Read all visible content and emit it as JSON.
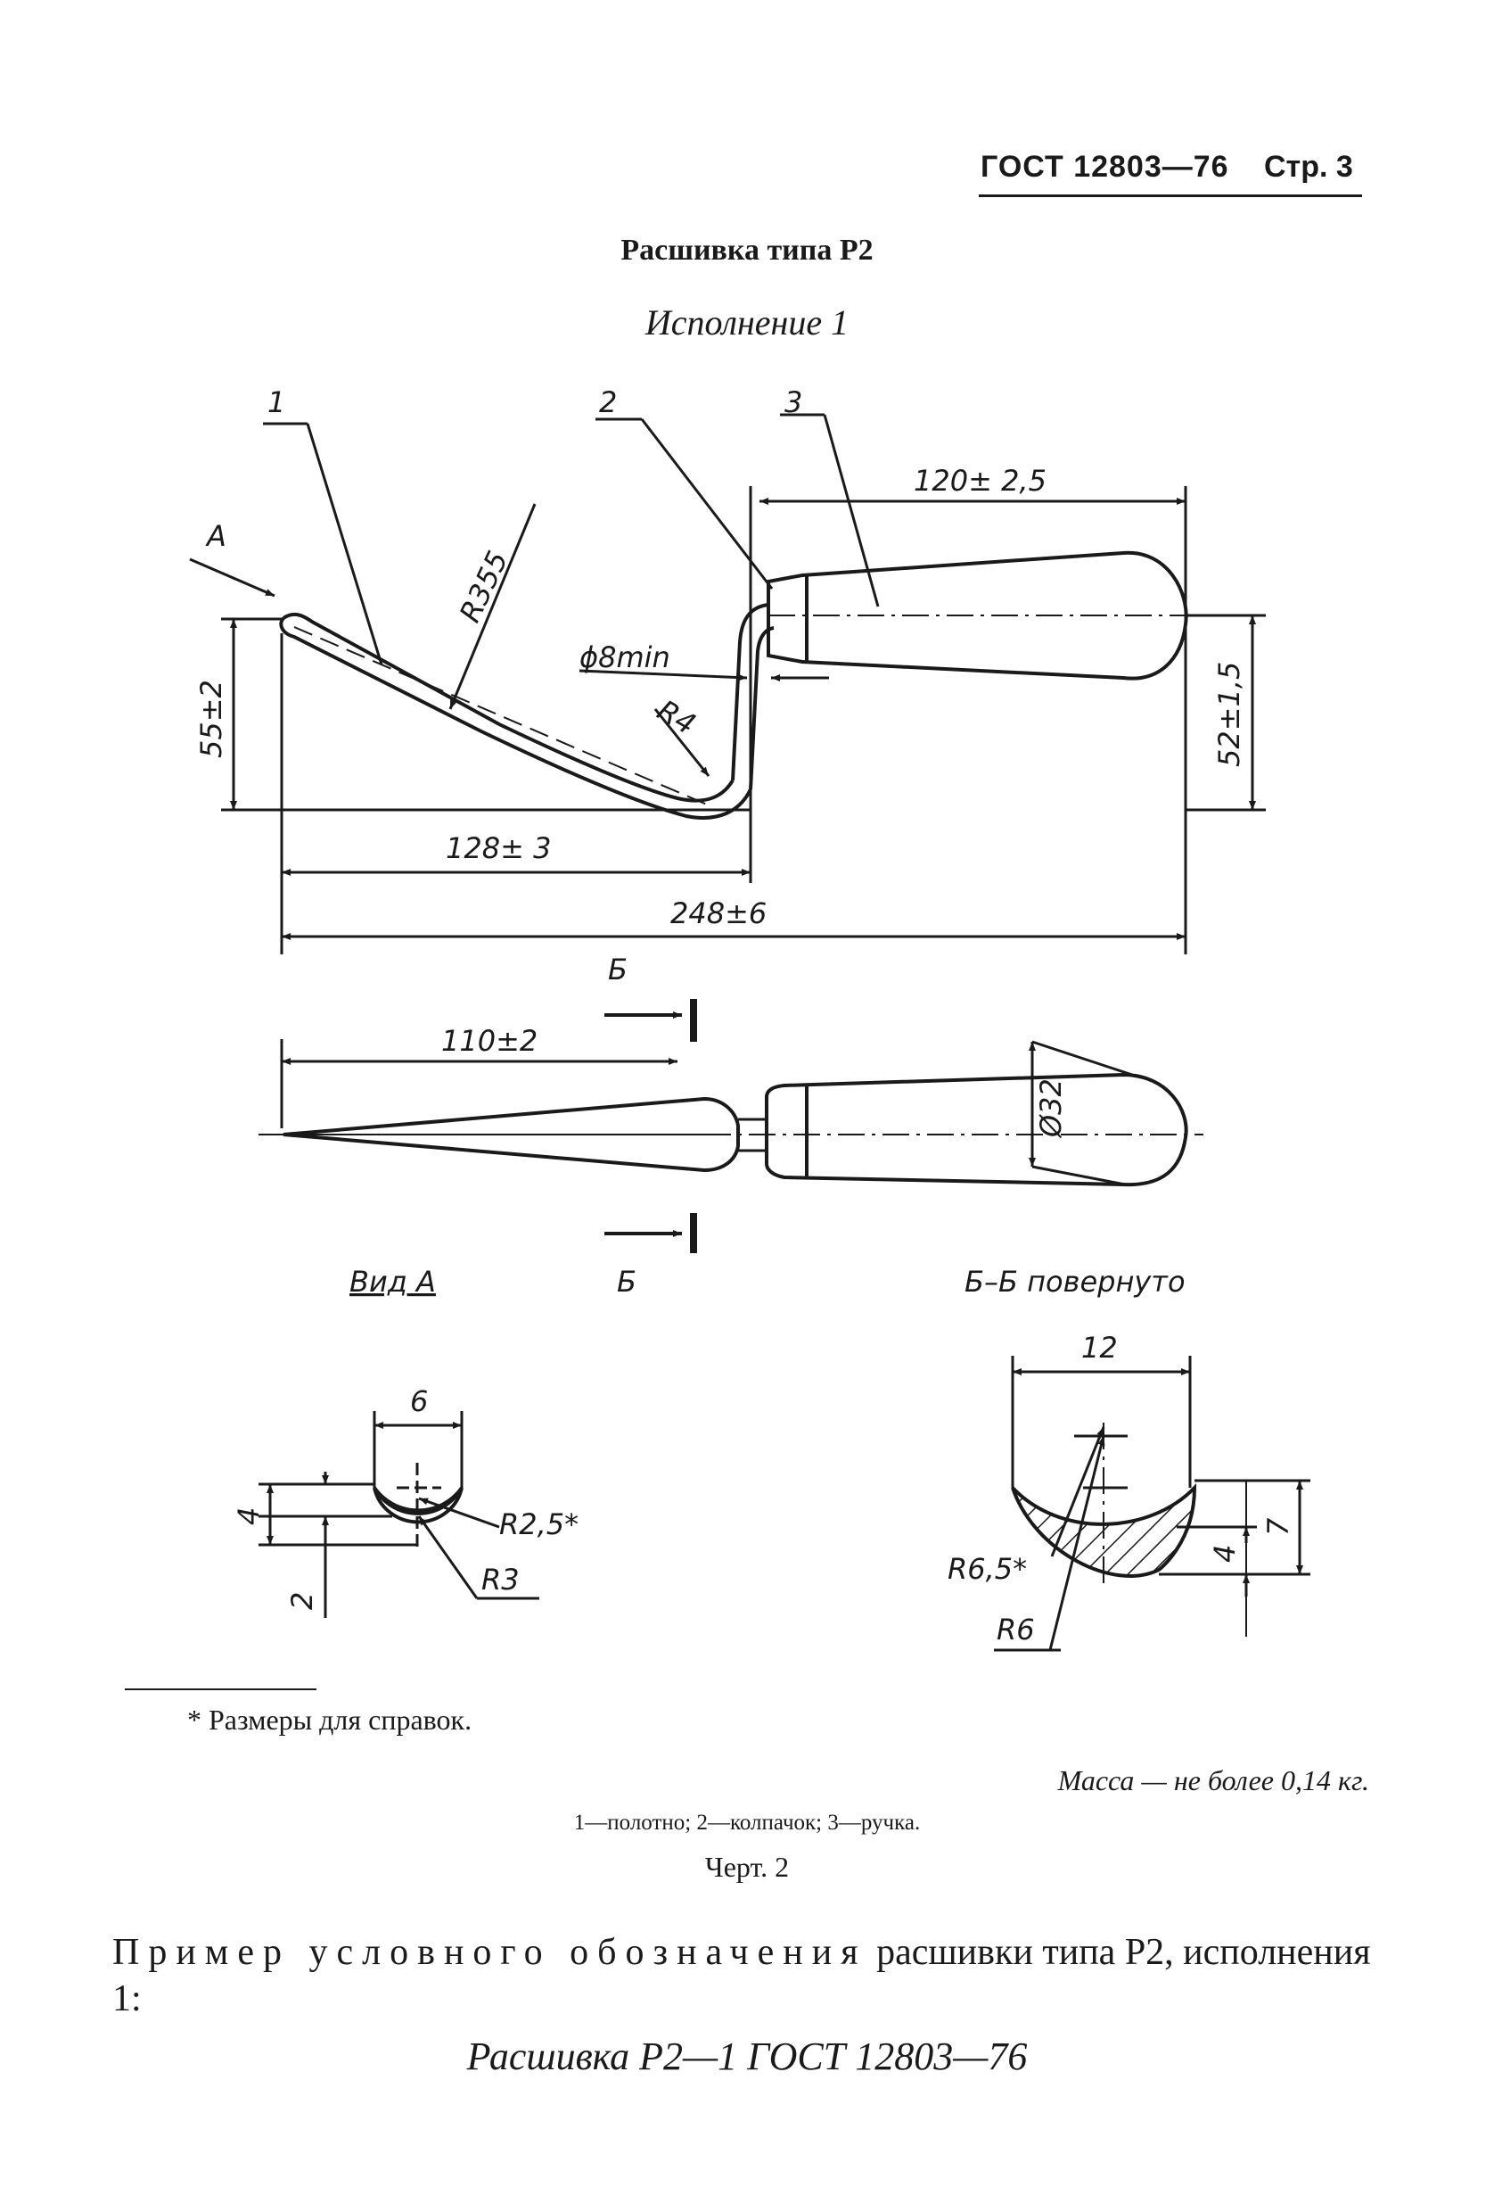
{
  "header": {
    "standard": "ГОСТ 12803—76",
    "page": "Стр. 3"
  },
  "title": "Расшивка типа Р2",
  "subtitle": "Исполнение 1",
  "drawing": {
    "callouts": [
      "1",
      "2",
      "3"
    ],
    "view_arrow": "А",
    "dims": {
      "handle_length": "120± 2,5",
      "radius_blade": "R355",
      "rod_dia": "ϕ8min",
      "radius_bend": "R4",
      "height_left": "55±2",
      "height_right": "52±1,5",
      "reach": "128± 3",
      "total_length": "248±6",
      "blade_length": "110±2",
      "handle_dia": "Ø32",
      "section_mark": "Б"
    },
    "view_a": {
      "label": "Вид А",
      "width": "6",
      "depth": "4",
      "thickness": "2",
      "r_outer": "R2,5*",
      "r_inner": "R3"
    },
    "section": {
      "label": "Б–Б повернуто",
      "width": "12",
      "r_outer": "R6,5*",
      "r_inner": "R6",
      "depth": "4",
      "height": "7"
    }
  },
  "footnote": "* Размеры для справок.",
  "mass": "Масса — не более 0,14 кг.",
  "legend": "1—полотно; 2—колпачок; 3—ручка.",
  "figure": "Черт. 2",
  "example": {
    "lead": "Пример условного обозначения",
    "rest": " расшивки типа Р2, исполнения 1:"
  },
  "designation": "Расшивка Р2—1 ГОСТ 12803—76"
}
